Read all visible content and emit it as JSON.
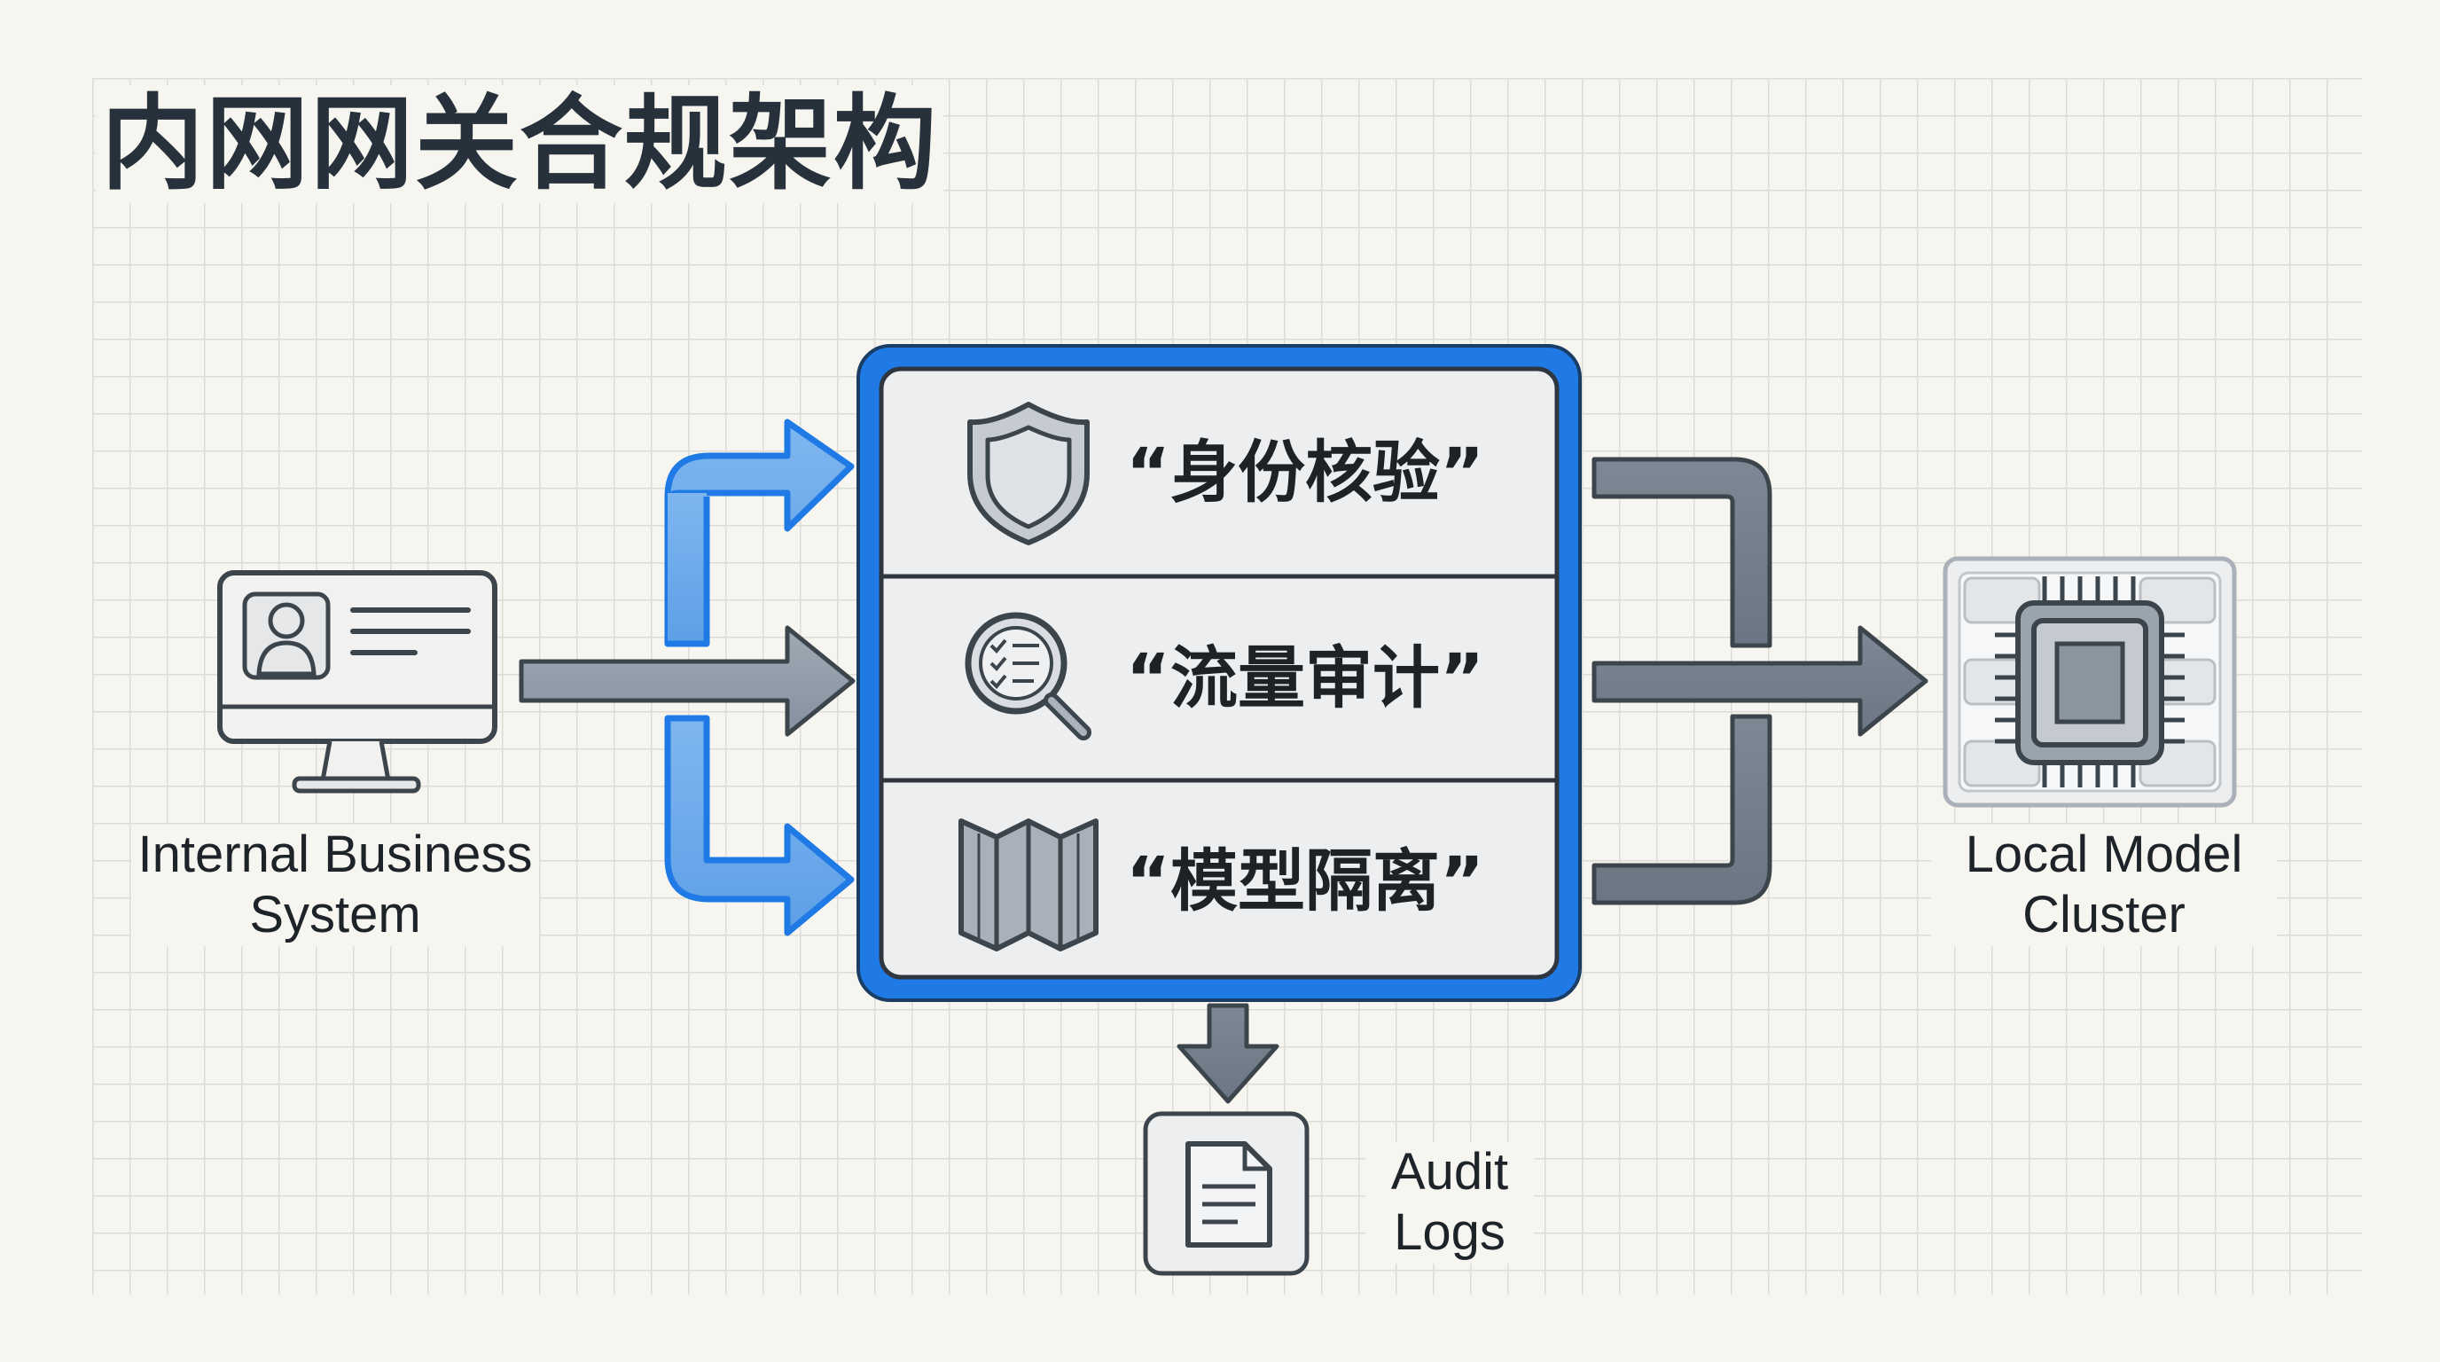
{
  "title": "内网网关合规架构",
  "nodes": {
    "source": {
      "label_line1": "Internal Business",
      "label_line2": "System",
      "icon": "monitor-profile-icon"
    },
    "target": {
      "label_line1": "Local Model",
      "label_line2": "Cluster",
      "icon": "chip-icon"
    },
    "logs": {
      "label_line1": "Audit",
      "label_line2": "Logs",
      "icon": "document-icon"
    }
  },
  "gateway": {
    "rows": [
      {
        "label": "“身份核验”",
        "icon": "shield-icon"
      },
      {
        "label": "“流量审计”",
        "icon": "magnifier-checklist-icon"
      },
      {
        "label": "“模型隔离”",
        "icon": "partition-map-icon"
      }
    ]
  },
  "colors": {
    "accent": "#1f7ae6",
    "accent_light": "#6aa9ee",
    "arrow_gray": "#8a96a3",
    "arrow_dark": "#6f7b88",
    "outline": "#3c444c",
    "panel": "#eceef0"
  }
}
